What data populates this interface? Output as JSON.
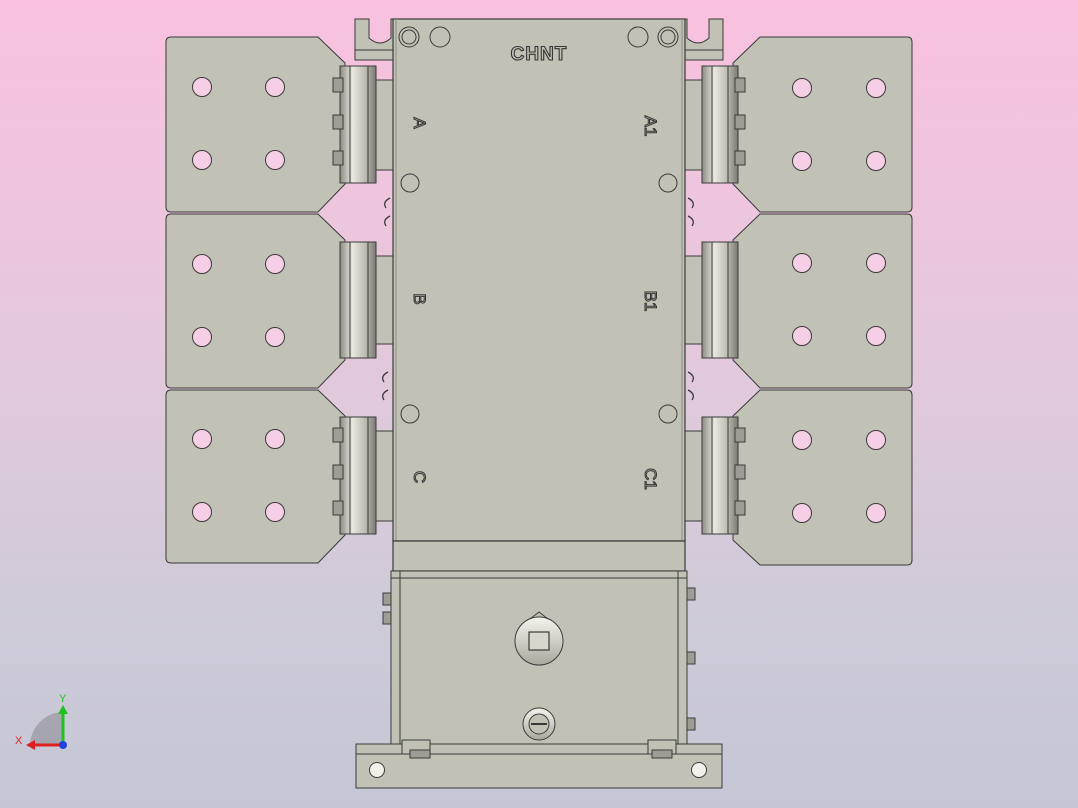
{
  "model": {
    "brand": "CHNT",
    "terminals_line": [
      "A",
      "B",
      "C"
    ],
    "terminals_load": [
      "A1",
      "B1",
      "C1"
    ]
  },
  "triad": {
    "x_label": "X",
    "y_label": "Y",
    "x_color": "#e02020",
    "y_color": "#20c020",
    "z_color": "#2040e0"
  },
  "colors": {
    "part_fill": "#c2c1b6",
    "part_edge": "#3a3a3a",
    "hole_fill": "#f6cfe6"
  }
}
